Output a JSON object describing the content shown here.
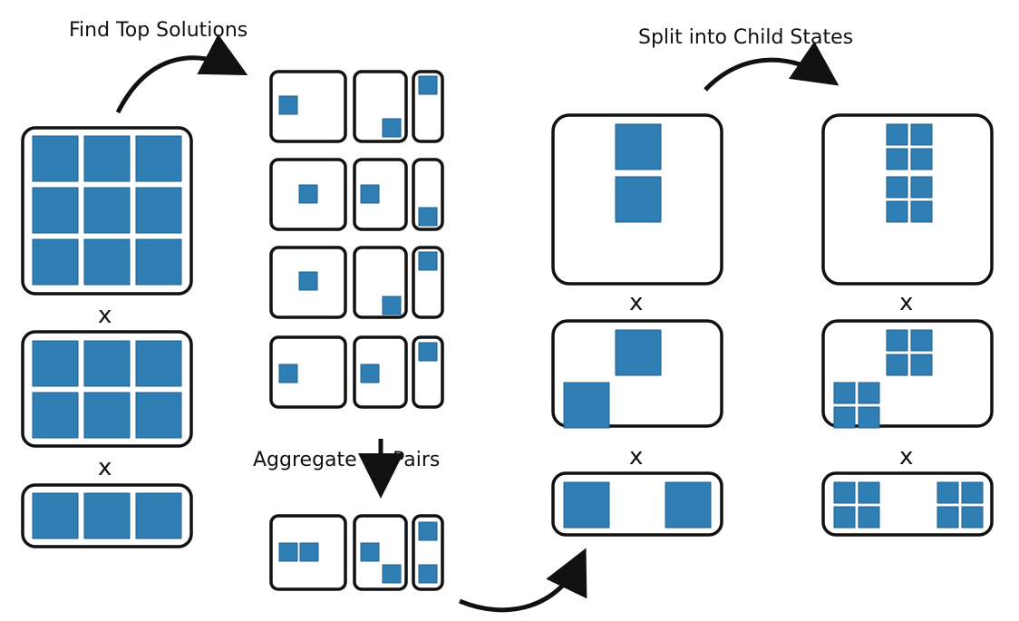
{
  "labels": {
    "find_top": "Find Top Solutions",
    "aggregate": "Aggregate",
    "pairs": "Pairs",
    "split": "Split into Child States",
    "times": "x"
  },
  "colors": {
    "tile": "#2f7fb4",
    "tile_stroke": "#1f5f8c",
    "frame": "#111111",
    "background": "#ffffff"
  }
}
